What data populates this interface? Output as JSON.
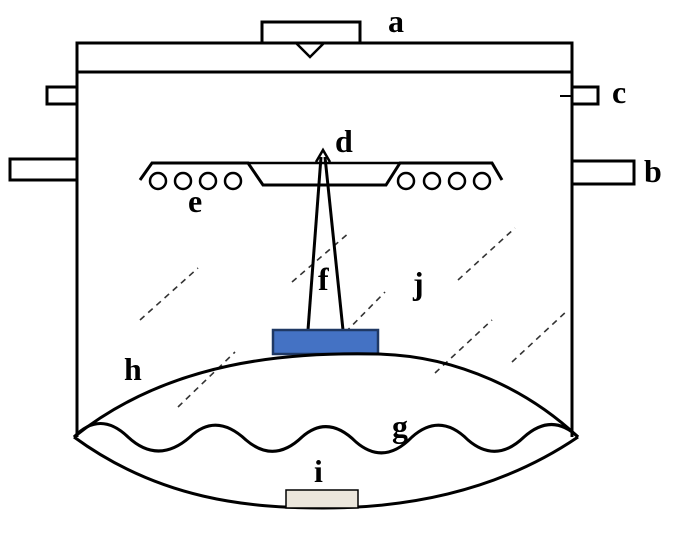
{
  "diagram": {
    "labels": {
      "a": "a",
      "b": "b",
      "c": "c",
      "d": "d",
      "e": "e",
      "f": "f",
      "g": "g",
      "h": "h",
      "i": "i",
      "j": "j"
    },
    "colors": {
      "stroke": "#000000",
      "platform_fill": "#4472c4",
      "platform_stroke": "#1f3864",
      "outlet_fill": "#ebe6dc",
      "glass_hatch": "#333333"
    }
  }
}
